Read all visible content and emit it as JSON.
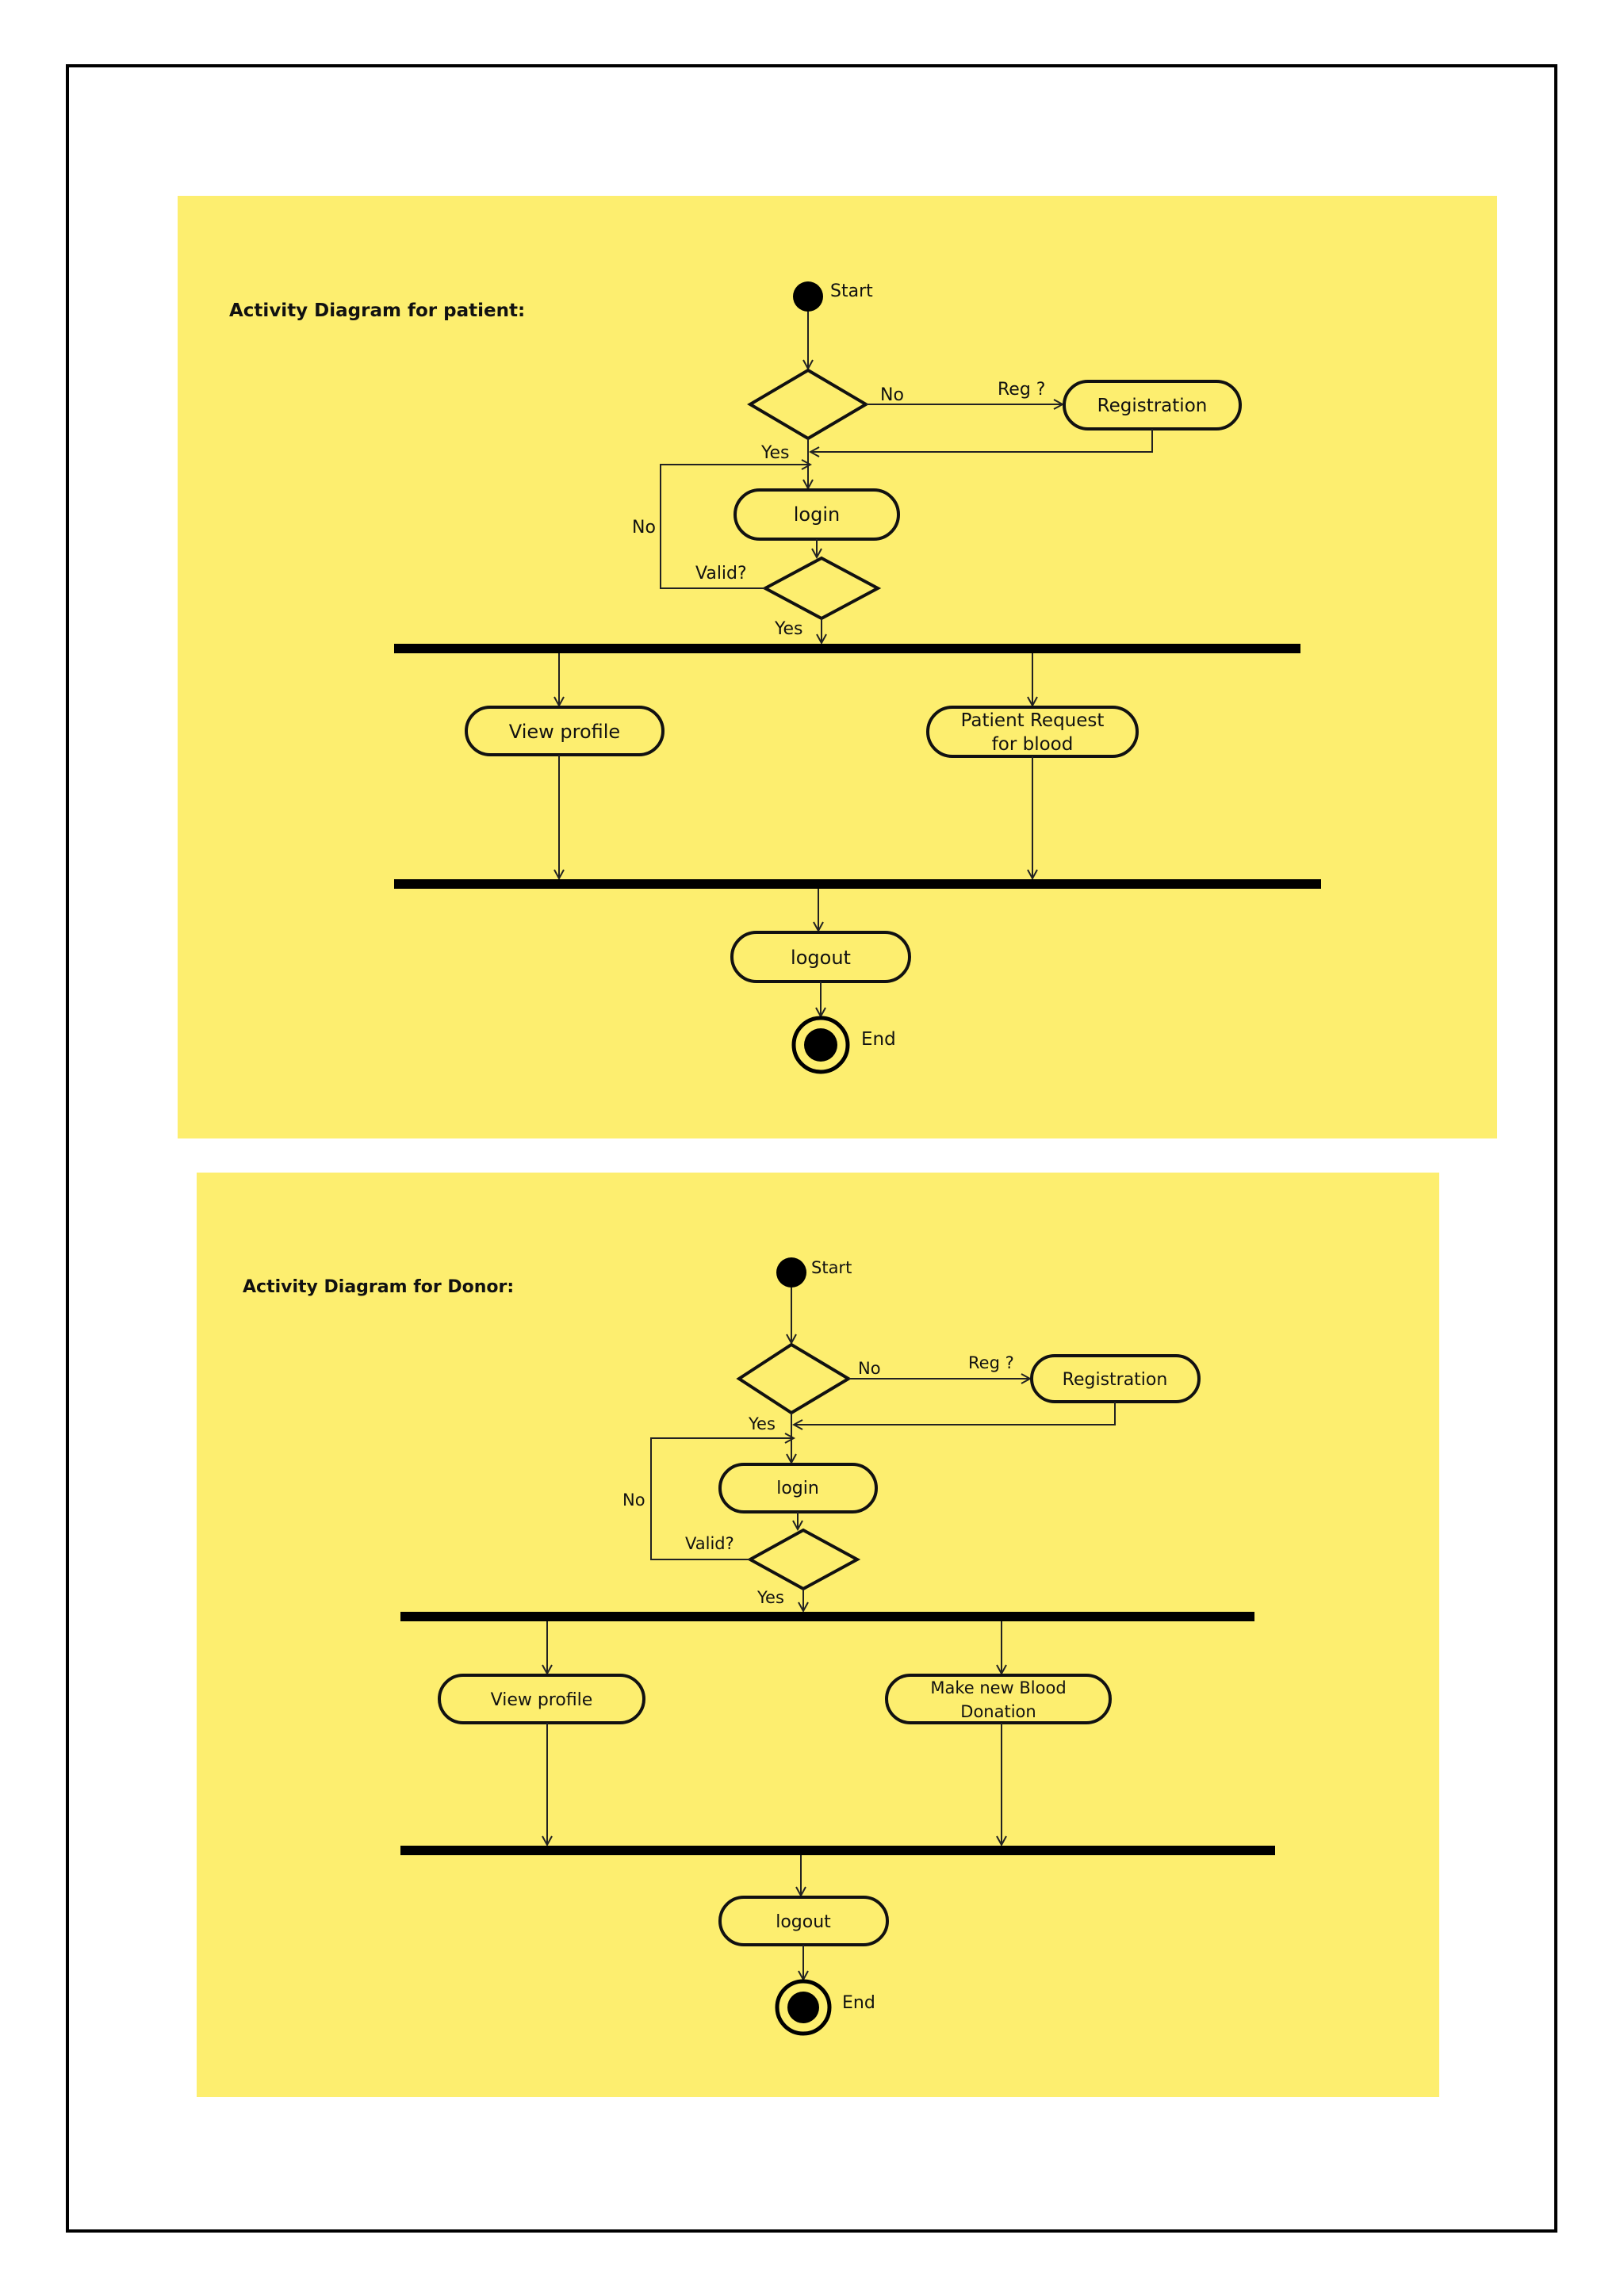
{
  "background_color": "#fdee6f",
  "diagrams": [
    {
      "title": "Activity Diagram for patient:",
      "start_label": "Start",
      "end_label": "End",
      "decision_reg_no": "No",
      "reg_question": "Reg ?",
      "registration": "Registration",
      "yes_top": "Yes",
      "login": "login",
      "no_left": "No",
      "valid_question": "Valid?",
      "yes_bottom": "Yes",
      "branch_left": [
        "View profile"
      ],
      "branch_right": [
        "Patient Request",
        "for blood"
      ],
      "logout": "logout"
    },
    {
      "title": "Activity Diagram for Donor:",
      "start_label": "Start",
      "end_label": "End",
      "decision_reg_no": "No",
      "reg_question": "Reg ?",
      "registration": "Registration",
      "yes_top": "Yes",
      "login": "login",
      "no_left": "No",
      "valid_question": "Valid?",
      "yes_bottom": "Yes",
      "branch_left": [
        "View profile"
      ],
      "branch_right": [
        "Make new Blood",
        "Donation"
      ],
      "logout": "logout"
    }
  ]
}
